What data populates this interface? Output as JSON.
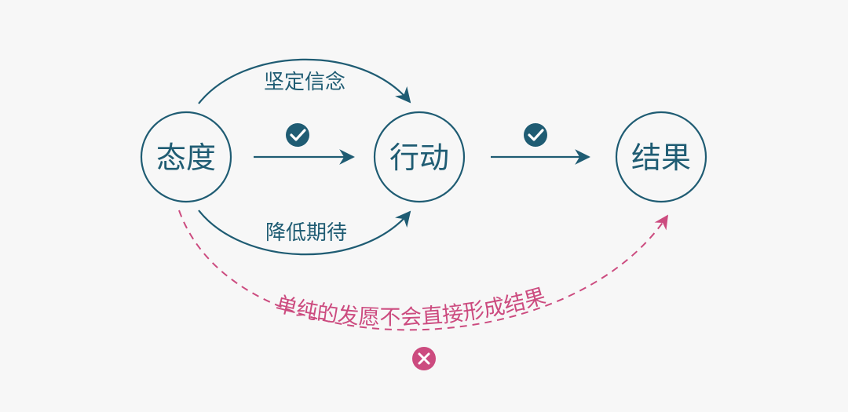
{
  "nodes": {
    "attitude": "态度",
    "action": "行动",
    "result": "结果"
  },
  "edges": {
    "upper_arc": "坚定信念",
    "lower_arc": "降低期待",
    "negative_arc": "单纯的发愿不会直接形成结果"
  },
  "icons": {
    "valid": "check-circle-icon",
    "invalid": "cross-circle-icon"
  },
  "colors": {
    "primary": "#1f5c73",
    "negative": "#cc4b7f",
    "background": "#f7f7f7"
  }
}
